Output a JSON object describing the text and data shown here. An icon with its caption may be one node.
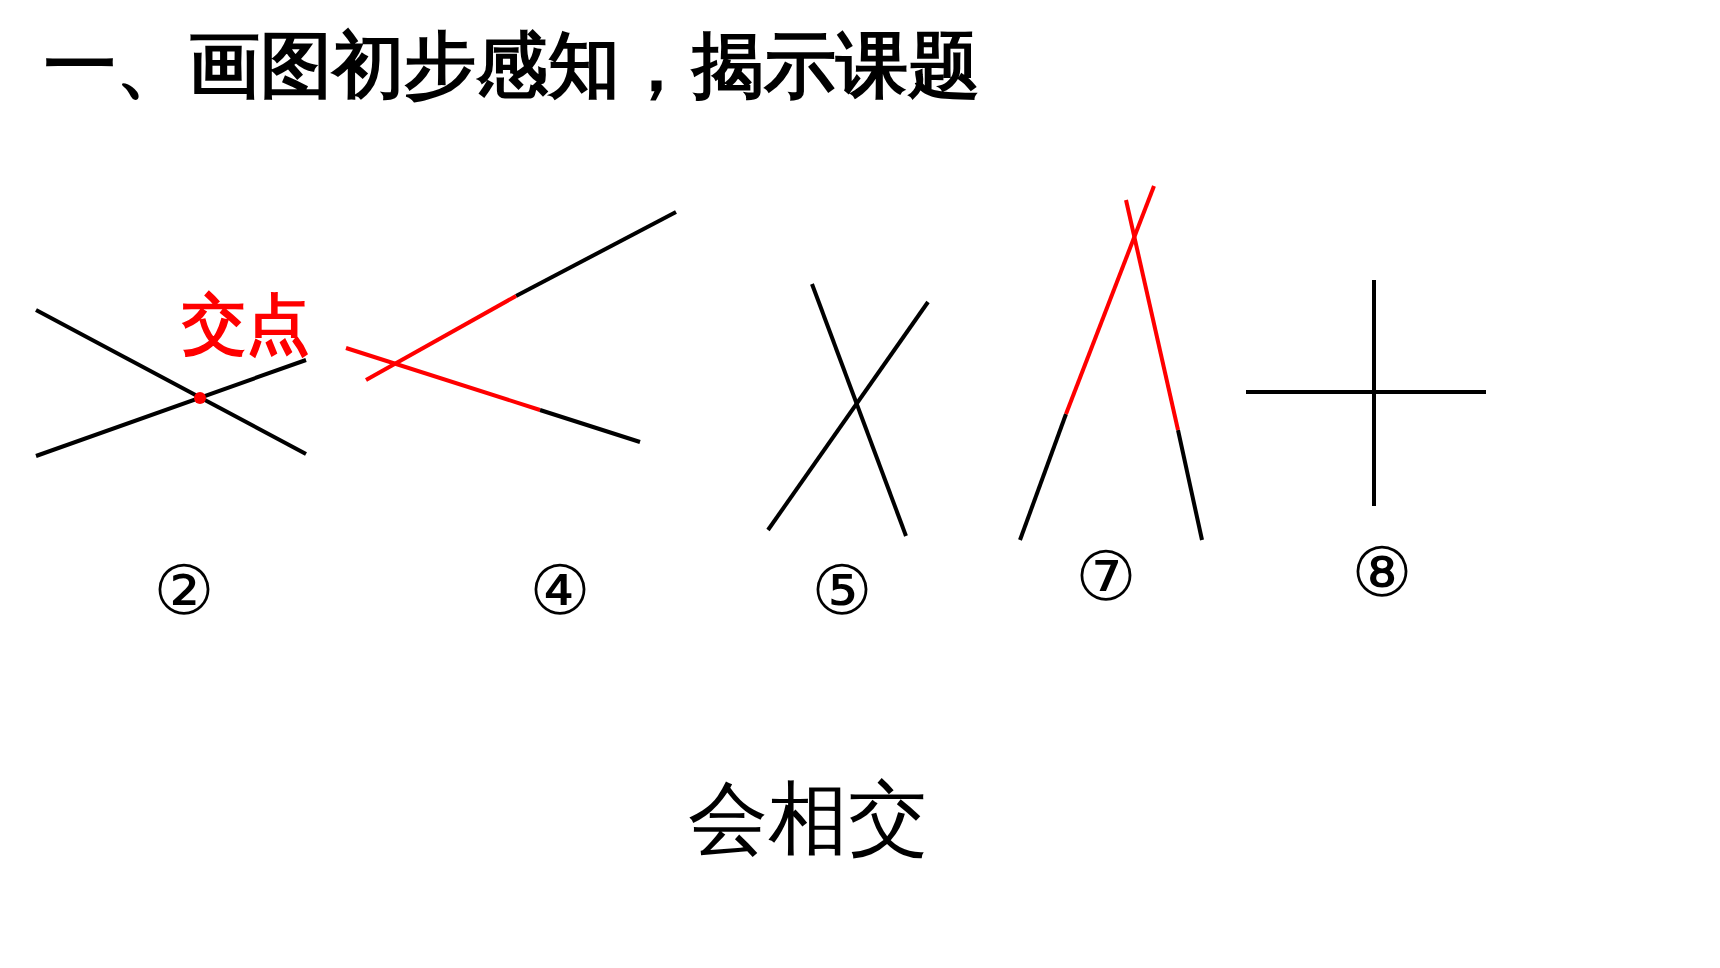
{
  "diagram": {
    "title": "一、画图初步感知，揭示课题",
    "labels": [
      "交点",
      "②",
      "④",
      "⑤",
      "⑦",
      "⑧",
      "会相交"
    ]
  }
}
